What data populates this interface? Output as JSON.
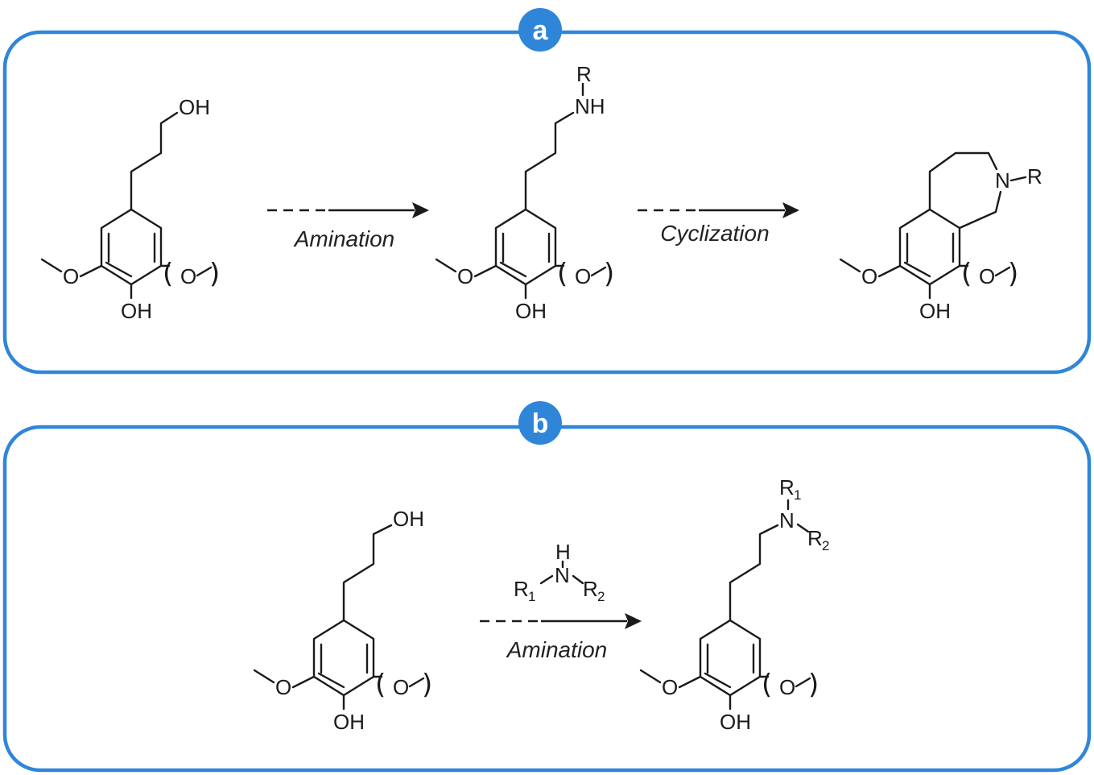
{
  "panels": [
    {
      "label": "a",
      "molecules": [
        {
          "name": "coniferyl-propanol-start",
          "top_group": "OH",
          "bottom_group": "OH",
          "ether": "O",
          "methoxy": "O"
        },
        {
          "name": "amine-product",
          "top_group": "NH",
          "substituent": "R",
          "bottom_group": "OH",
          "ether": "O",
          "methoxy": "O"
        },
        {
          "name": "benzazepine-product",
          "ring_atom": "N",
          "substituent": "R",
          "bottom_group": "OH",
          "ether": "O",
          "methoxy": "O"
        }
      ],
      "steps": [
        {
          "label": "Amination"
        },
        {
          "label": "Cyclization"
        }
      ]
    },
    {
      "label": "b",
      "molecules": [
        {
          "name": "coniferyl-propanol-start",
          "top_group": "OH",
          "bottom_group": "OH",
          "ether": "O",
          "methoxy": "O"
        },
        {
          "name": "tertiary-amine-product",
          "top_group": "N",
          "substituent_1": "R",
          "substituent_1_sub": "1",
          "substituent_2": "R",
          "substituent_2_sub": "2",
          "bottom_group": "OH",
          "ether": "O",
          "methoxy": "O"
        }
      ],
      "reagent": {
        "h": "H",
        "n": "N",
        "r1": "R",
        "r1_sub": "1",
        "r2": "R",
        "r2_sub": "2"
      },
      "steps": [
        {
          "label": "Amination"
        }
      ]
    }
  ],
  "colors": {
    "accent": "#2f86d9",
    "ink": "#1a1a1a"
  }
}
